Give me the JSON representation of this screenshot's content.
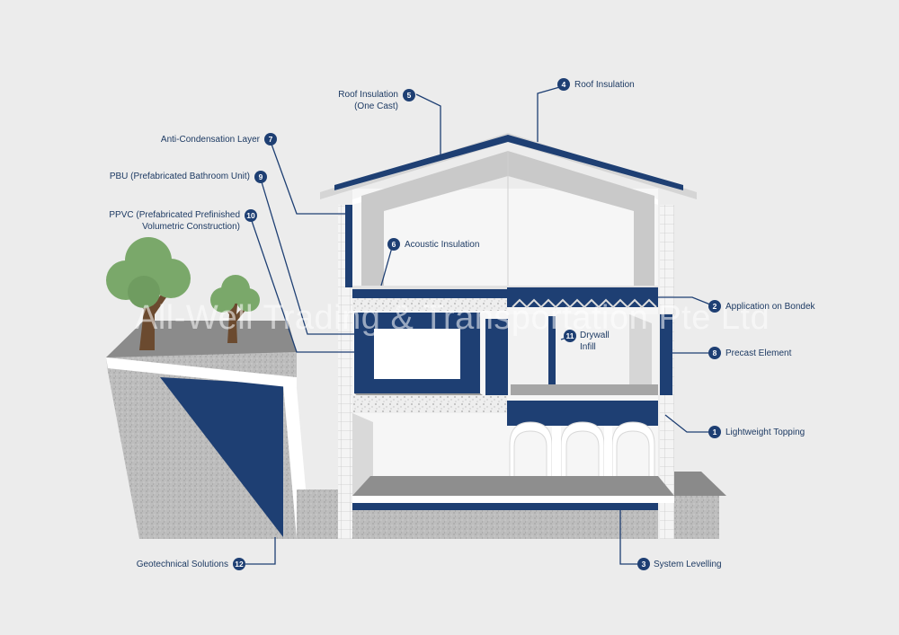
{
  "watermark": "All-Well Trading & Transportation Pte Ltd",
  "colors": {
    "navy": "#1e3f73",
    "background": "#ececec",
    "concrete": "#b9b9b9",
    "white": "#ffffff"
  },
  "callouts": [
    {
      "num": "1",
      "label": "Lightweight Topping"
    },
    {
      "num": "2",
      "label": "Application on Bondek"
    },
    {
      "num": "3",
      "label": "System Levelling"
    },
    {
      "num": "4",
      "label": "Roof Insulation"
    },
    {
      "num": "5",
      "label": "Roof Insulation",
      "label2": "(One Cast)"
    },
    {
      "num": "6",
      "label": "Acoustic Insulation"
    },
    {
      "num": "7",
      "label": "Anti-Condensation Layer"
    },
    {
      "num": "8",
      "label": "Precast Element"
    },
    {
      "num": "9",
      "label": "PBU (Prefabricated Bathroom Unit)"
    },
    {
      "num": "10",
      "label": "PPVC (Prefabricated Prefinished",
      "label2": "Volumetric Construction)"
    },
    {
      "num": "11",
      "label": "Drywall",
      "label2": "Infill"
    },
    {
      "num": "12",
      "label": "Geotechnical Solutions"
    }
  ]
}
